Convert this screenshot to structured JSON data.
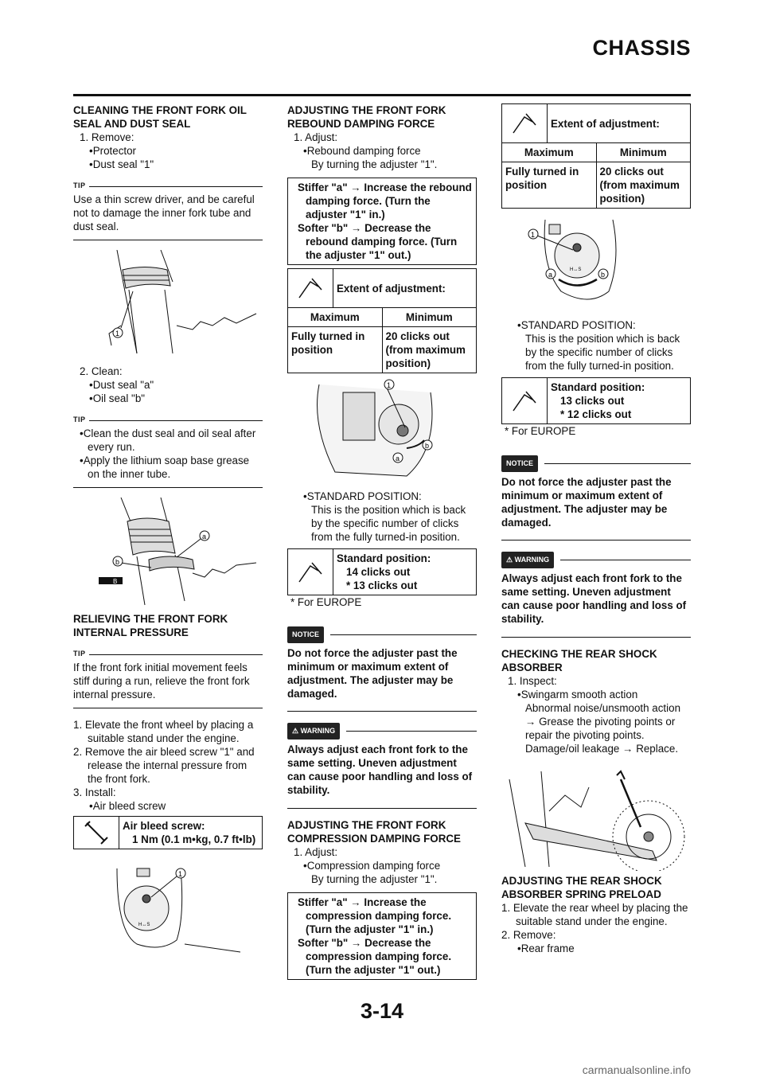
{
  "header": {
    "title": "CHASSIS",
    "page": "3-14",
    "watermark": "carmanualsonline.info"
  },
  "col1": {
    "s1_title": "CLEANING THE FRONT FORK OIL SEAL AND DUST SEAL",
    "s1_step1": "1. Remove:",
    "s1_b1": "•Protector",
    "s1_b2": "•Dust seal \"1\"",
    "tip_label": "TIP",
    "tip1": "Use a thin screw driver, and be careful not to damage the inner fork tube and dust seal.",
    "fig1_callout": "1",
    "s1_step2": "2. Clean:",
    "s1_b3": "•Dust seal \"a\"",
    "s1_b4": "•Oil seal \"b\"",
    "tip2_b1": "•Clean the dust seal and oil seal after every run.",
    "tip2_b2": "•Apply the lithium soap base grease on the inner tube.",
    "fig2_a": "a",
    "fig2_b": "b",
    "fig2_B": "B",
    "s2_title": "RELIEVING THE FRONT FORK INTERNAL PRESSURE",
    "tip3": "If the front fork initial movement feels stiff during a run, relieve the front fork internal pressure.",
    "s2_n1": "1. Elevate the front wheel by placing a suitable stand under the engine.",
    "s2_n2": "2. Remove the air bleed screw \"1\" and release the internal pressure from the front fork.",
    "s2_n3": "3. Install:",
    "s2_b1": "•Air bleed screw",
    "box_title": "Air bleed screw:",
    "box_val": "1 Nm (0.1 m•kg, 0.7 ft•lb)",
    "fig3_callout": "1",
    "fig3_label": "H↔S"
  },
  "col2": {
    "s3_title": "ADJUSTING THE FRONT FORK REBOUND DAMPING FORCE",
    "s3_step": "1. Adjust:",
    "s3_b1": "•Rebound damping force",
    "s3_b1b": "By turning the adjuster \"1\".",
    "stiff1": "Stiffer \"a\" → Increase the rebound damping force. (Turn the adjuster \"1\" in.)",
    "soft1": "Softer \"b\" → Decrease the rebound damping force. (Turn the adjuster \"1\" out.)",
    "ext_title": "Extent of adjustment:",
    "max": "Maximum",
    "min": "Minimum",
    "max_val": "Fully turned in position",
    "min_val": "20 clicks out (from maximum position)",
    "fig_1": "1",
    "fig_a": "a",
    "fig_b": "b",
    "std_b": "•STANDARD POSITION:",
    "std_desc": "This is the position which is back by the specific number of clicks from the fully turned-in position.",
    "std_title": "Standard position:",
    "std_v1": "14 clicks out",
    "std_v2": "* 13 clicks out",
    "europe": "* For EUROPE",
    "notice": "NOTICE",
    "notice_text": "Do not force the adjuster past the minimum or maximum extent of adjustment. The adjuster may be damaged.",
    "warning": "WARNING",
    "warning_text": "Always adjust each front fork to the same setting. Uneven adjustment can cause poor handling and loss of stability.",
    "s4_title": "ADJUSTING THE FRONT FORK COMPRESSION DAMPING FORCE",
    "s4_step": "1. Adjust:",
    "s4_b1": "•Compression damping force",
    "s4_b1b": "By turning the adjuster \"1\".",
    "stiff2": "Stiffer \"a\" → Increase the compression damping force. (Turn the adjuster \"1\" in.)",
    "soft2": "Softer \"b\" → Decrease the compression damping force. (Turn the adjuster \"1\" out.)"
  },
  "col3": {
    "ext_title": "Extent of adjustment:",
    "max": "Maximum",
    "min": "Minimum",
    "max_val": "Fully turned in position",
    "min_val": "20 clicks out (from maximum position)",
    "fig_1": "1",
    "fig_a": "a",
    "fig_b": "b",
    "fig_label": "H↔S",
    "std_b": "•STANDARD POSITION:",
    "std_desc": "This is the position which is back by the specific number of clicks from the fully turned-in position.",
    "std_title": "Standard position:",
    "std_v1": "13 clicks out",
    "std_v2": "* 12 clicks out",
    "europe": "* For EUROPE",
    "notice": "NOTICE",
    "notice_text": "Do not force the adjuster past the minimum or maximum extent of adjustment. The adjuster may be damaged.",
    "warning": "WARNING",
    "warning_text": "Always adjust each front fork to the same setting. Uneven adjustment can cause poor handling and loss of stability.",
    "s5_title": "CHECKING THE REAR SHOCK ABSORBER",
    "s5_step": "1. Inspect:",
    "s5_b1": "•Swingarm smooth action",
    "s5_b1b": "Abnormal noise/unsmooth action → Grease the pivoting points or repair the pivoting points.",
    "s5_b1c": "Damage/oil leakage → Replace.",
    "s6_title": "ADJUSTING THE REAR SHOCK ABSORBER SPRING PRELOAD",
    "s6_n1": "1. Elevate the rear wheel by placing the suitable stand under the engine.",
    "s6_n2": "2. Remove:",
    "s6_b1": "•Rear frame"
  }
}
